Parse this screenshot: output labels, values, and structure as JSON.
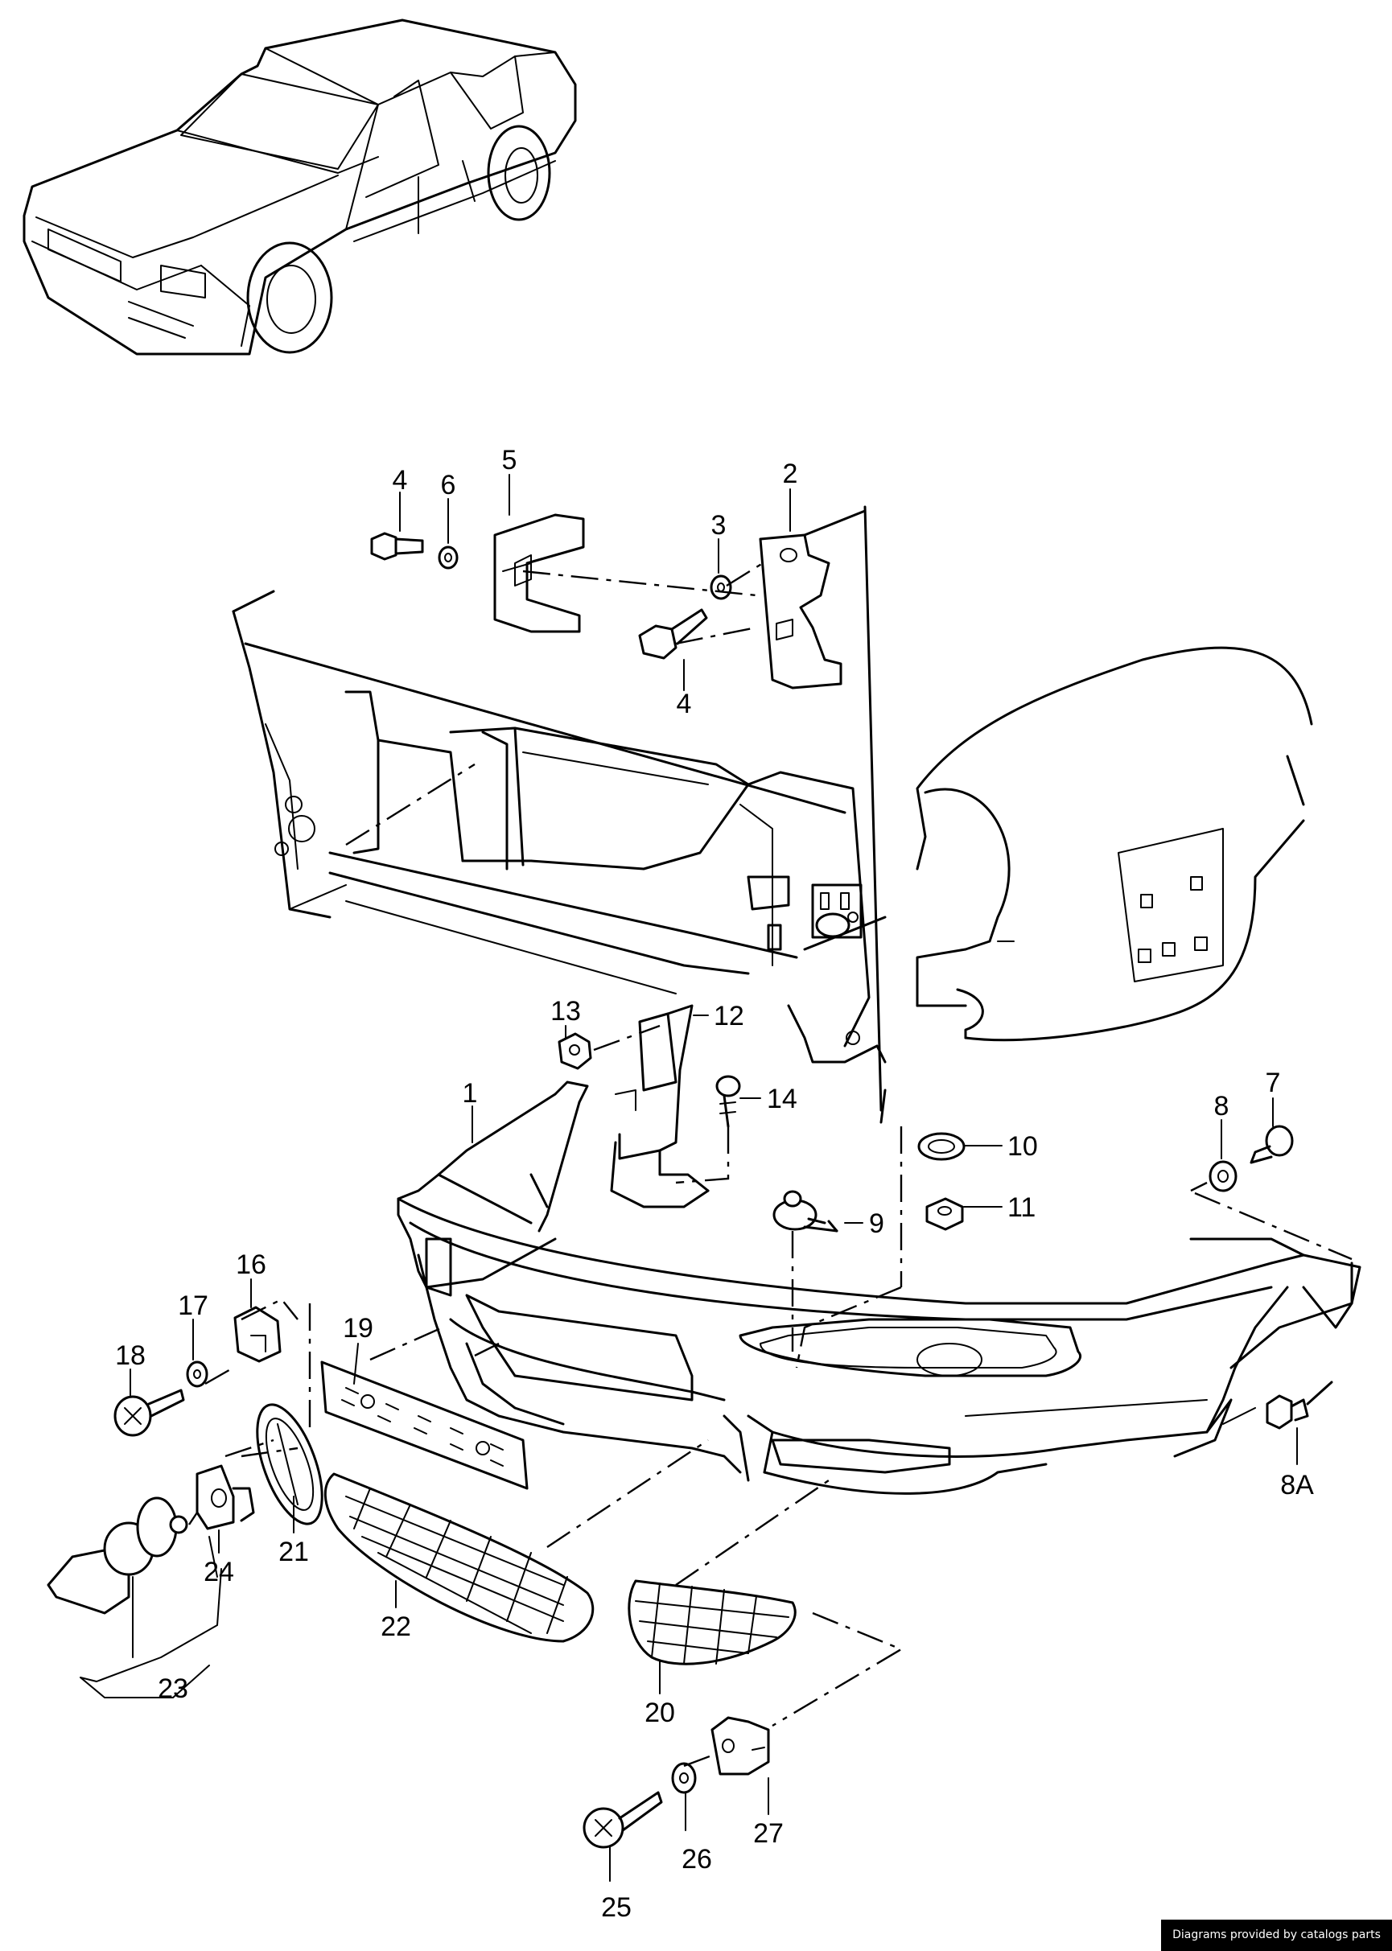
{
  "diagram": {
    "callouts": [
      {
        "id": "4a",
        "text": "4"
      },
      {
        "id": "6",
        "text": "6"
      },
      {
        "id": "5",
        "text": "5"
      },
      {
        "id": "2",
        "text": "2"
      },
      {
        "id": "3",
        "text": "3"
      },
      {
        "id": "4b",
        "text": "4"
      },
      {
        "id": "13",
        "text": "13"
      },
      {
        "id": "12",
        "text": "12"
      },
      {
        "id": "1",
        "text": "1"
      },
      {
        "id": "14",
        "text": "14"
      },
      {
        "id": "10",
        "text": "10"
      },
      {
        "id": "8",
        "text": "8"
      },
      {
        "id": "7",
        "text": "7"
      },
      {
        "id": "11",
        "text": "11"
      },
      {
        "id": "9",
        "text": "9"
      },
      {
        "id": "16",
        "text": "16"
      },
      {
        "id": "17",
        "text": "17"
      },
      {
        "id": "18",
        "text": "18"
      },
      {
        "id": "19",
        "text": "19"
      },
      {
        "id": "8A",
        "text": "8A"
      },
      {
        "id": "24",
        "text": "24"
      },
      {
        "id": "21",
        "text": "21"
      },
      {
        "id": "22",
        "text": "22"
      },
      {
        "id": "23",
        "text": "23"
      },
      {
        "id": "20",
        "text": "20"
      },
      {
        "id": "27",
        "text": "27"
      },
      {
        "id": "26",
        "text": "26"
      },
      {
        "id": "25",
        "text": "25"
      }
    ]
  },
  "footer": {
    "credit": "Diagrams provided by catalogs parts"
  }
}
